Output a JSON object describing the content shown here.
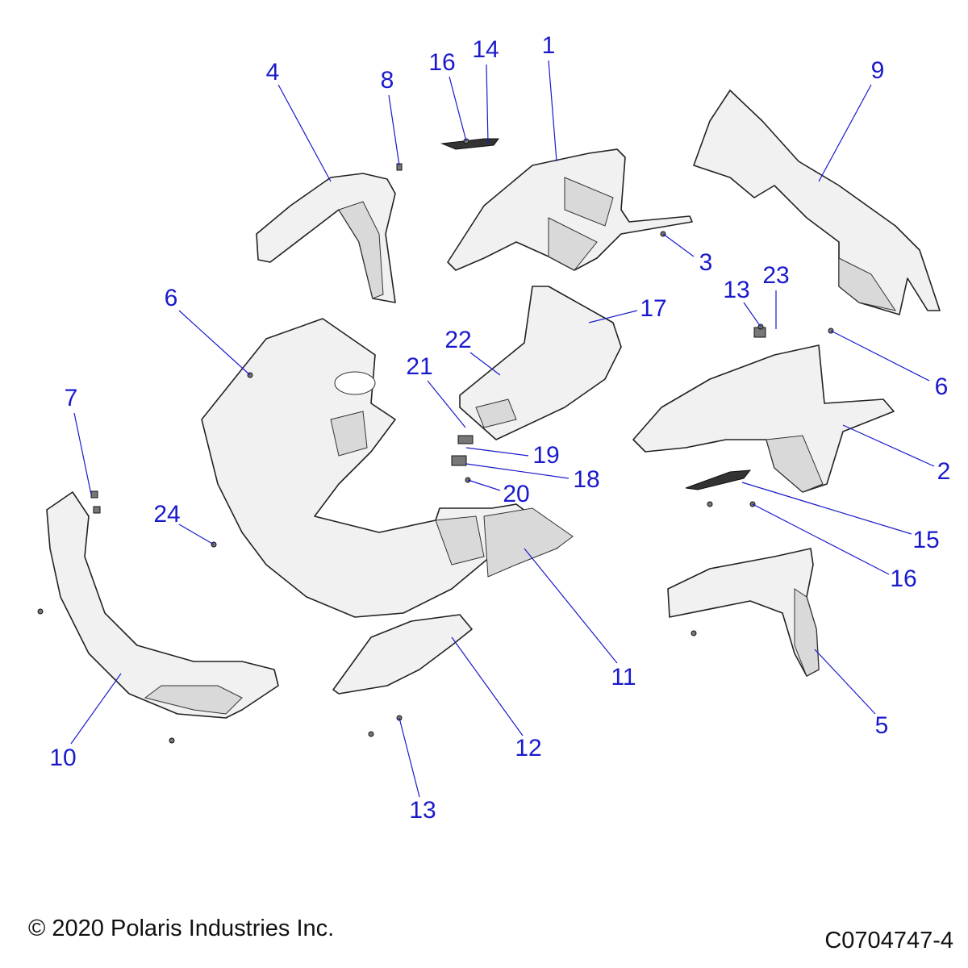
{
  "diagram": {
    "callouts": [
      {
        "label": "1"
      },
      {
        "label": "4"
      },
      {
        "label": "8"
      },
      {
        "label": "16"
      },
      {
        "label": "14"
      },
      {
        "label": "9"
      },
      {
        "label": "3"
      },
      {
        "label": "6"
      },
      {
        "label": "13"
      },
      {
        "label": "23"
      },
      {
        "label": "17"
      },
      {
        "label": "22"
      },
      {
        "label": "21"
      },
      {
        "label": "6"
      },
      {
        "label": "19"
      },
      {
        "label": "18"
      },
      {
        "label": "20"
      },
      {
        "label": "2"
      },
      {
        "label": "7"
      },
      {
        "label": "24"
      },
      {
        "label": "15"
      },
      {
        "label": "16"
      },
      {
        "label": "11"
      },
      {
        "label": "12"
      },
      {
        "label": "10"
      },
      {
        "label": "5"
      },
      {
        "label": "13"
      }
    ],
    "callout_color": "#1a1acc"
  },
  "footer": {
    "copyright": "© 2020 Polaris Industries Inc.",
    "drawing_number": "C0704747-4"
  }
}
